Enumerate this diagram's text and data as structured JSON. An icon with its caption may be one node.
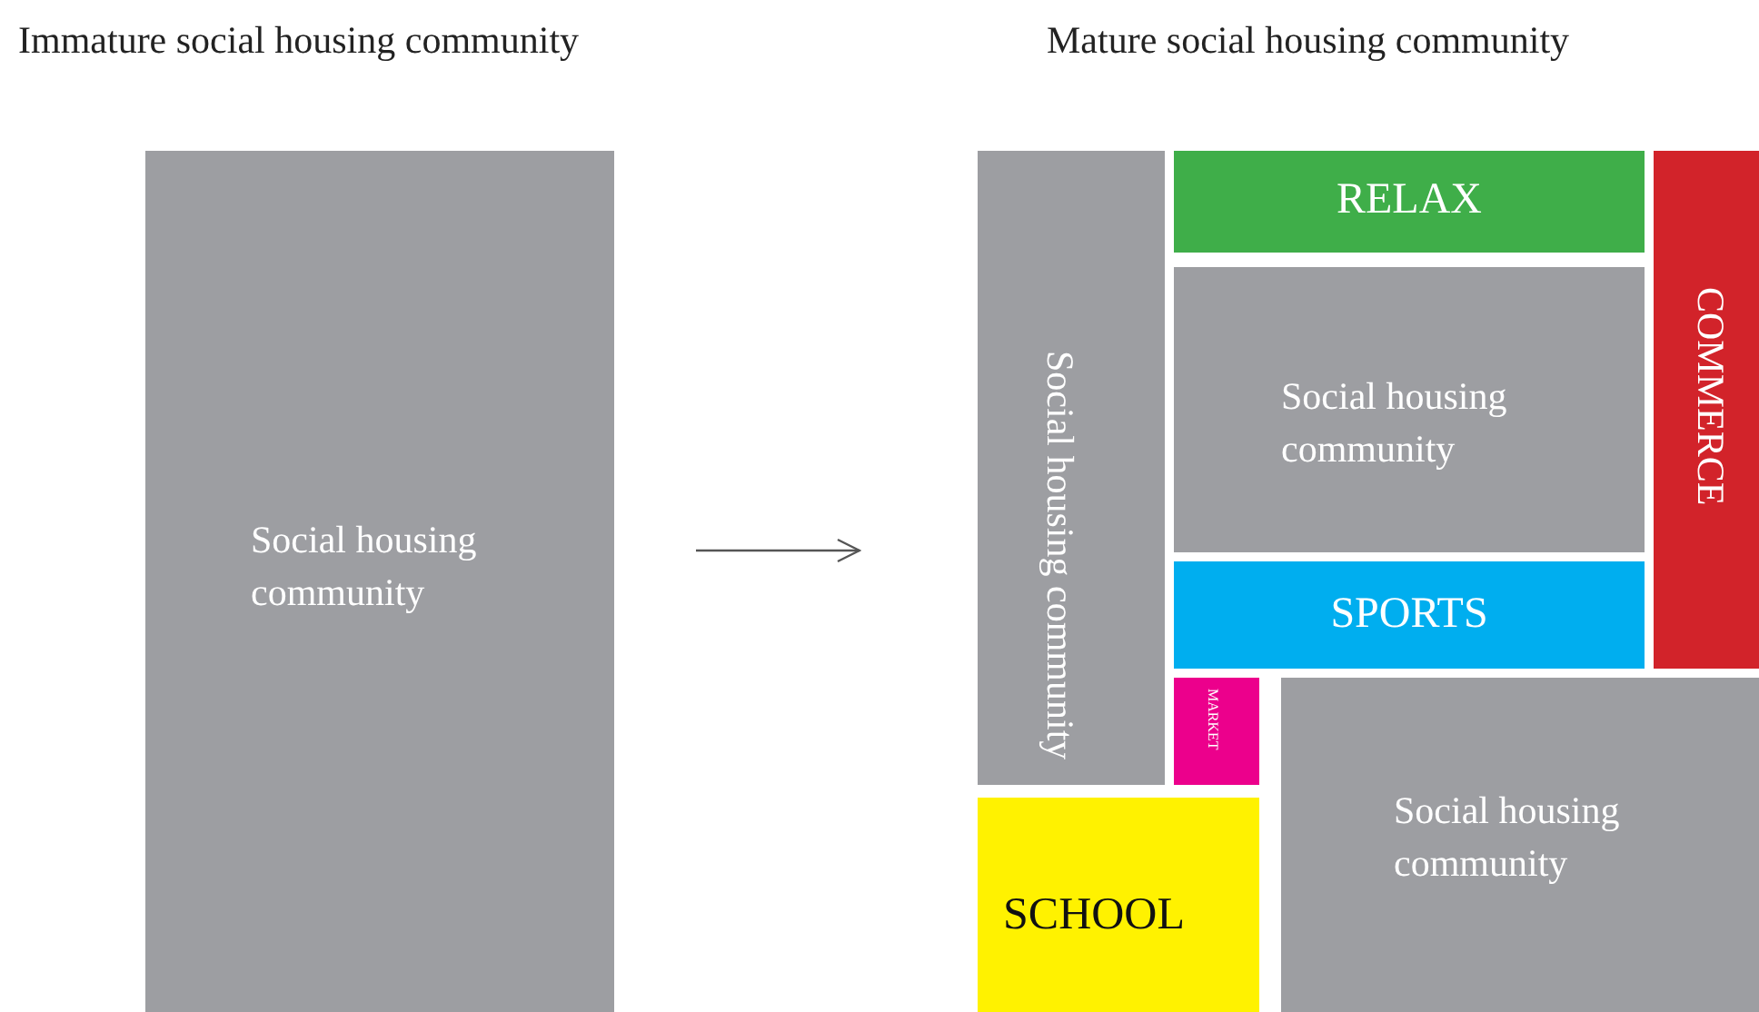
{
  "diagram": {
    "nodes": [
      {
        "text": [
          "Immature social housing community",
          "Social housing community"
        ]
      },
      {
        "text": [
          "Mature social housing community"
        ]
      },
      {
        "text": [
          "Social housing community"
        ],
        "in": 1
      },
      {
        "text": [
          "RELAX"
        ],
        "in": 1
      },
      {
        "text": [
          "Social housing community"
        ],
        "in": 1
      },
      {
        "text": [
          "COMMERCE"
        ],
        "in": 1
      },
      {
        "text": [
          "SPORTS"
        ],
        "in": 1
      },
      {
        "text": [
          "MARKET"
        ],
        "in": 1
      },
      {
        "text": [
          "Social housing community"
        ],
        "in": 1
      },
      {
        "text": [
          "SCHOOL"
        ],
        "in": 1
      }
    ],
    "edges": [
      {
        "from": 0,
        "to": 1,
        "arrow": "to"
      }
    ]
  }
}
